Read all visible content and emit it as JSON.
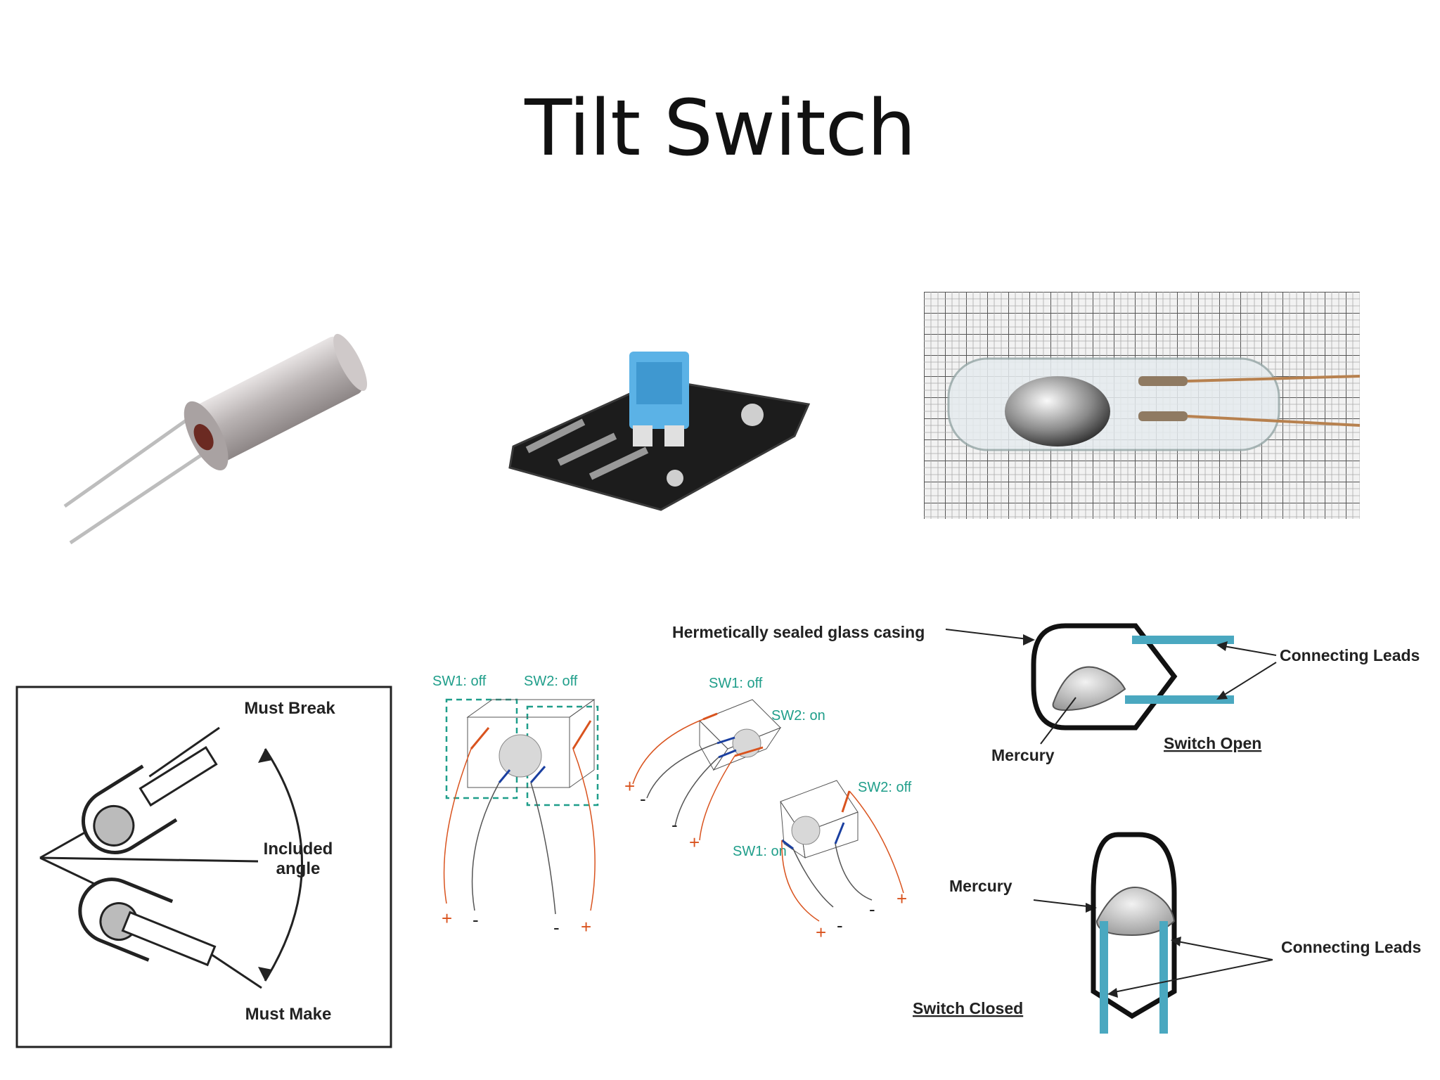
{
  "slide": {
    "title": "Tilt Switch"
  },
  "colors": {
    "accent": "#4aa8c0",
    "wire_red": "#d9531e",
    "wire_blue": "#1a3fa0",
    "dash_teal": "#1f9e8a",
    "label_teal": "#1f9e8a"
  },
  "angle_diagram": {
    "must_break": "Must Break",
    "included_angle_1": "Included",
    "included_angle_2": "angle",
    "must_make": "Must Make"
  },
  "ball_diagram": {
    "a_sw1": "SW1: off",
    "a_sw2": "SW2: off",
    "b_sw1": "SW1: off",
    "b_sw2": "SW2: on",
    "c_sw2": "SW2: off",
    "c_sw1": "SW1: on",
    "plus": "+",
    "minus": "-"
  },
  "mercury_open": {
    "casing": "Hermetically sealed glass casing",
    "leads": "Connecting Leads",
    "mercury": "Mercury",
    "caption": "Switch Open"
  },
  "mercury_closed": {
    "mercury": "Mercury",
    "leads": "Connecting Leads",
    "caption": "Switch Closed"
  }
}
